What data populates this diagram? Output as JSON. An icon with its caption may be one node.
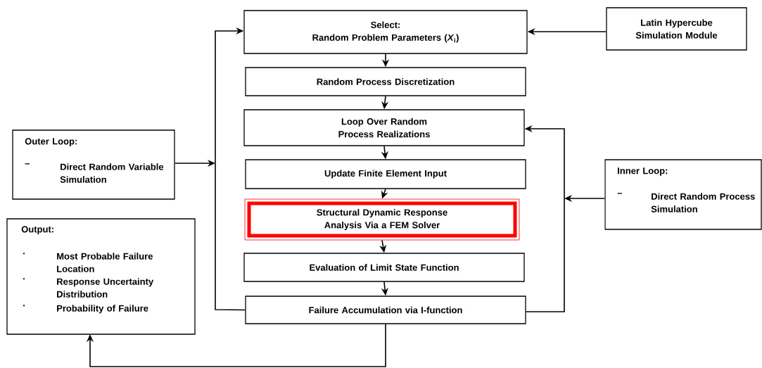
{
  "diagram": {
    "nodes": [
      {
        "text": [
          "Select:",
          "Random Problem Parameters (*X*$_{i}$)"
        ]
      },
      {
        "text": [
          "Latin Hypercube Simulation Module"
        ]
      },
      {
        "text": [
          "Random Process Discretization"
        ]
      },
      {
        "text": [
          "Loop Over Random Process Realizations"
        ]
      },
      {
        "text": [
          "Update Finite Element Input"
        ]
      },
      {
        "text": [
          "Structural Dynamic Response Analysis Via a FEM Solver"
        ]
      },
      {
        "text": [
          "Evaluation of Limit State Function"
        ]
      },
      {
        "text": [
          "Failure Accumulation via I-function"
        ]
      },
      {
        "text": [
          "Outer Loop:",
          "–",
          "Direct Random Variable Simulation"
        ]
      },
      {
        "text": [
          "Inner Loop:",
          "–",
          "Direct Random Process Simulation"
        ]
      },
      {
        "text": [
          "Output:",
          "·",
          "Most Probable Failure Location",
          "·",
          "Response Uncertainty Distribution",
          "·",
          "Probability of Failure"
        ]
      }
    ],
    "edges": [
      {
        "from": 1,
        "to": 0,
        "arrow": "to"
      },
      {
        "from": 0,
        "to": 2,
        "arrow": "to"
      },
      {
        "from": 2,
        "to": 3,
        "arrow": "to"
      },
      {
        "from": 3,
        "to": 4,
        "arrow": "to"
      },
      {
        "from": 4,
        "to": 5,
        "arrow": "to"
      },
      {
        "from": 5,
        "to": 6,
        "arrow": "to"
      },
      {
        "from": 6,
        "to": 7,
        "arrow": "to"
      },
      {
        "from": 7,
        "to": 0,
        "arrow": "to"
      },
      {
        "from": 8,
        "to": null,
        "arrow": "to"
      },
      {
        "from": 7,
        "to": 3,
        "arrow": "to"
      },
      {
        "from": 9,
        "to": null,
        "arrow": "to"
      },
      {
        "from": 7,
        "to": 10,
        "arrow": "to"
      }
    ]
  }
}
